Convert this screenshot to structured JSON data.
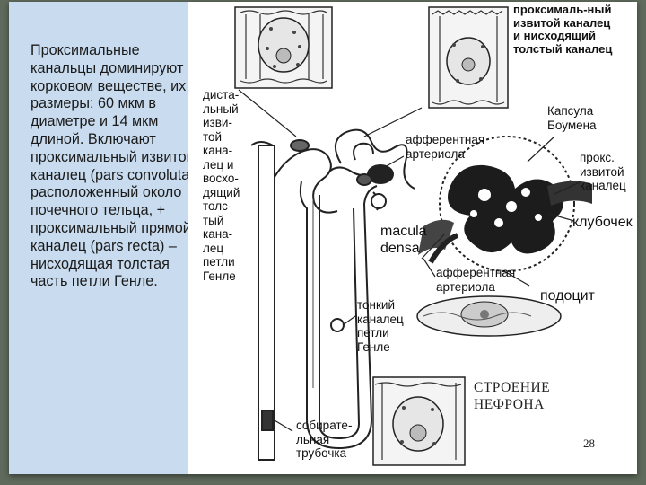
{
  "left_text": "Проксимальные канальцы доминируют в корковом веществе, их размеры: 60 мкм в диаметре и 14 мкм длиной. Включают проксимальный извитой каналец (pars convoluta), расположенный около почечного тельца, + проксимальный прямой каналец (pars recta) – нисходящая толстая часть петли Генле.",
  "labels": {
    "top_right": "проксималь-ный\nизвитой каналец\nи нисходящий\nтолстый каналец",
    "distal": "диста-\nльный\nизви-\nтой\nкана-\nлец и\nвосхо-\nдящий\nтолс-\nтый\nкана-\nлец\nпетли\nГенле",
    "afferent_top": "афферентная\nартериола",
    "capsule": "Капсула\nБоумена",
    "prox_tubule": "прокс.\nизвитой\nканалец",
    "glomerulus": "клубочек",
    "macula": "macula\ndensa",
    "afferent_bottom": "афферентная\nартериола",
    "podocyte": "подоцит",
    "thin_limb": "тонкий\nканалец\nпетли\nГенле",
    "title": "СТРОЕНИЕ\nНЕФРОНА",
    "collecting": "собирате-\nльная\nтрубочка",
    "page": "28"
  },
  "colors": {
    "slide_bg": "#c9dcef",
    "frame": "#5f6a5c",
    "ink": "#111111"
  }
}
